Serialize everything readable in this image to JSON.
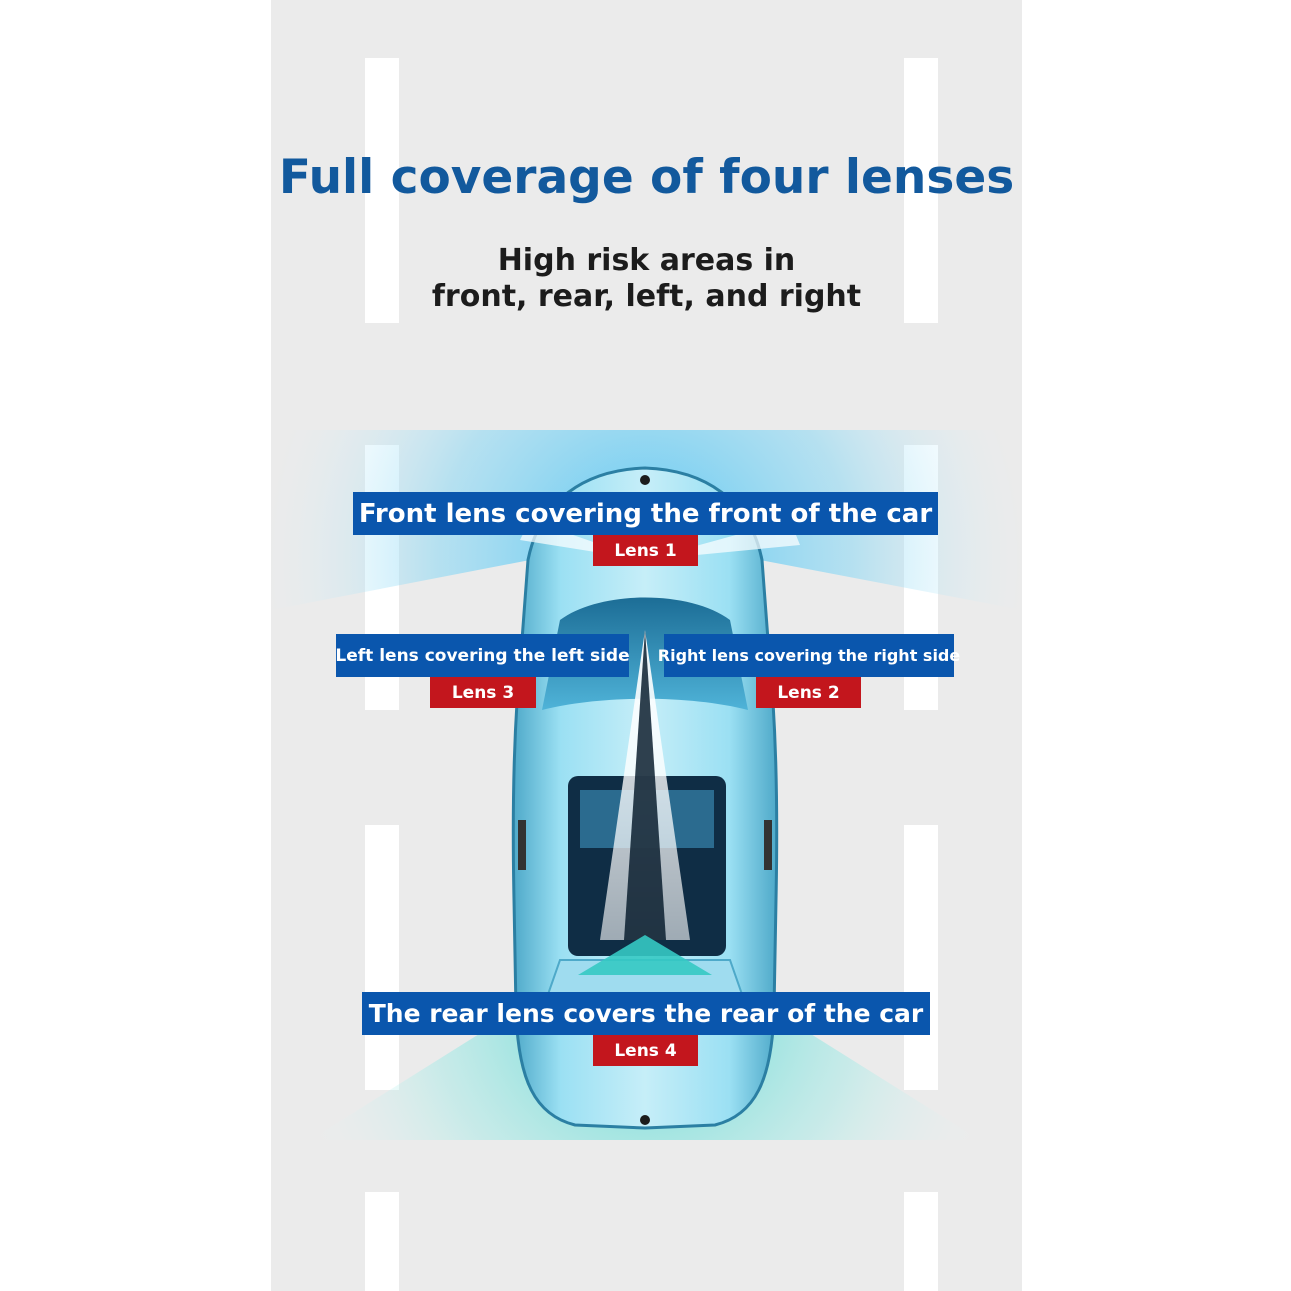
{
  "header": {
    "title": "Full coverage of four lenses",
    "subtitle_line1": "High risk areas in",
    "subtitle_line2": "front, rear, left, and right"
  },
  "lenses": {
    "front": {
      "caption": "Front lens covering the front of the car",
      "tag": "Lens 1"
    },
    "right": {
      "caption": "Right lens covering the right side",
      "tag": "Lens 2"
    },
    "left": {
      "caption": "Left lens covering the left side",
      "tag": "Lens 3"
    },
    "rear": {
      "caption": "The rear lens covers the rear of the car",
      "tag": "Lens 4"
    }
  },
  "colors": {
    "title": "#12599d",
    "caption_bg": "#0a56ad",
    "tag_bg": "#c3161d",
    "road": "#ebebeb",
    "car_body": "#7fd0ea"
  }
}
